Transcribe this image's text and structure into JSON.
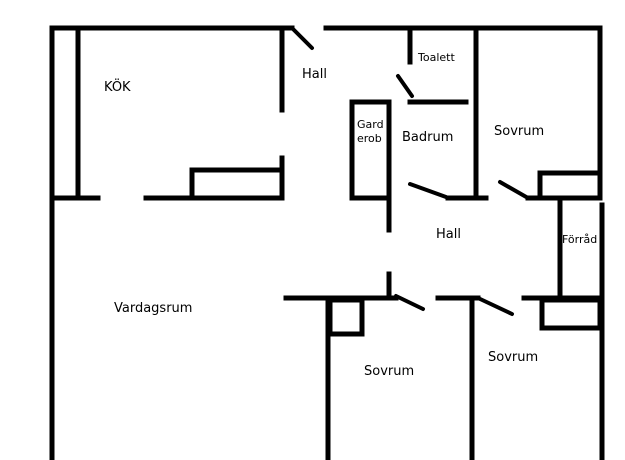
{
  "rooms": {
    "kok": "KÖK",
    "hall_top": "Hall",
    "toalett": "Toalett",
    "garderob_line1": "Gard",
    "garderob_line2": "erob",
    "badrum": "Badrum",
    "sovrum_top": "Sovrum",
    "hall_mid": "Hall",
    "forrad": "Förråd",
    "vardagsrum": "Vardagsrum",
    "sovrum_bottom_left": "Sovrum",
    "sovrum_bottom_right": "Sovrum"
  },
  "colors": {
    "wall": "#000000",
    "background": "#ffffff"
  }
}
